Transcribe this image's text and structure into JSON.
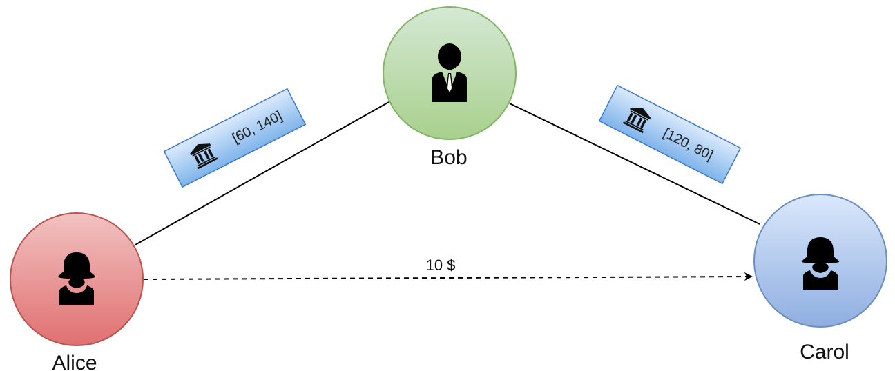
{
  "nodes": {
    "alice": {
      "label": "Alice",
      "icon": "woman-user-icon",
      "fill_top": "#f2c2c2",
      "fill_bottom": "#e07070",
      "stroke": "#b85450"
    },
    "bob": {
      "label": "Bob",
      "icon": "businessman-user-icon",
      "fill_top": "#d5e8d4",
      "fill_bottom": "#a8d08d",
      "stroke": "#82b366"
    },
    "carol": {
      "label": "Carol",
      "icon": "woman-user-icon",
      "fill_top": "#dae8fc",
      "fill_bottom": "#8faee0",
      "stroke": "#6c8ebf"
    }
  },
  "channels": {
    "alice_bob": {
      "label": "[60, 140]",
      "icon": "bank-icon"
    },
    "bob_carol": {
      "label": "[120, 80]",
      "icon": "bank-icon"
    }
  },
  "payment": {
    "label": "10 $"
  },
  "colors": {
    "tag_fill_top": "#dbeafd",
    "tag_fill_bottom": "#7fb4ea",
    "tag_stroke": "#3c78c8"
  }
}
